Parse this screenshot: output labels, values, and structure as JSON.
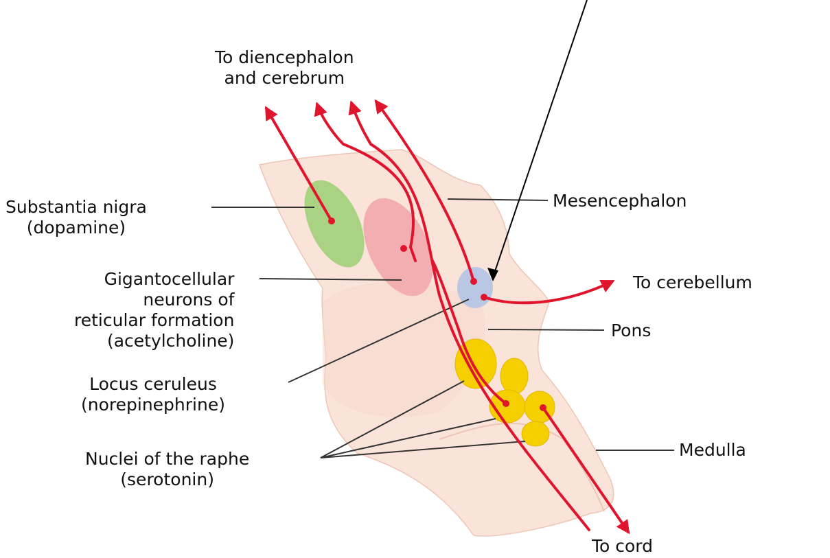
{
  "labels": {
    "top": [
      "To diencephalon",
      "and cerebrum"
    ],
    "substantia_nigra": [
      "Substantia nigra",
      "(dopamine)"
    ],
    "gigantocellular": [
      "Gigantocellular",
      "neurons of",
      "reticular formation",
      "(acetylcholine)"
    ],
    "locus_ceruleus": [
      "Locus ceruleus",
      "(norepinephrine)"
    ],
    "raphe": [
      "Nuclei of the raphe",
      "(serotonin)"
    ],
    "mesencephalon": "Mesencephalon",
    "cerebellum": "To cerebellum",
    "pons": "Pons",
    "medulla": "Medulla",
    "cord": "To cord"
  },
  "colors": {
    "tissue": "#fae3d9",
    "tissue_edge": "#ecc6b6",
    "pathway": "#e0142c",
    "substantia_nigra": "#a9d382",
    "gigantocellular": "#f2aeb1",
    "locus_ceruleus": "#b9c6e4",
    "raphe": "#f5cf00",
    "leader": "#333333"
  }
}
